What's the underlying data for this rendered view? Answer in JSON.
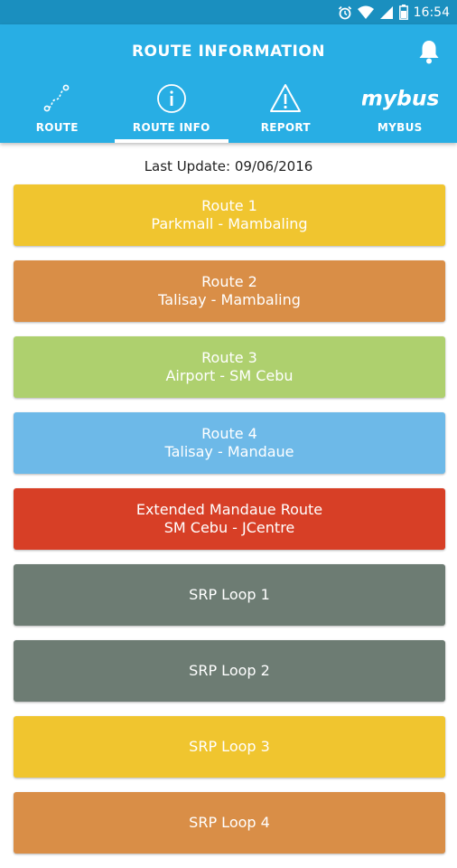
{
  "status_bar": {
    "time": "16:54",
    "icons": [
      "alarm-icon",
      "wifi-icon",
      "signal-icon",
      "battery-icon"
    ]
  },
  "app_bar": {
    "title": "ROUTE INFORMATION",
    "notification_icon": "bell-icon",
    "tabs": [
      {
        "label": "ROUTE",
        "icon": "route-path-icon",
        "selected": false
      },
      {
        "label": "ROUTE INFO",
        "icon": "info-icon",
        "selected": true
      },
      {
        "label": "REPORT",
        "icon": "warning-icon",
        "selected": false
      },
      {
        "label": "MYBUS",
        "icon": "mybus-logo",
        "logo_text": "mybus",
        "selected": false
      }
    ]
  },
  "last_update": "Last Update: 09/06/2016",
  "routes": [
    {
      "line1": "Route 1",
      "line2": "Parkmall - Mambaling",
      "color": "#f0c52f"
    },
    {
      "line1": "Route 2",
      "line2": "Talisay - Mambaling",
      "color": "#d98e47"
    },
    {
      "line1": "Route 3",
      "line2": "Airport - SM Cebu",
      "color": "#aed06e"
    },
    {
      "line1": "Route 4",
      "line2": "Talisay - Mandaue",
      "color": "#6db9e8"
    },
    {
      "line1": "Extended Mandaue Route",
      "line2": "SM Cebu - JCentre",
      "color": "#d73f26"
    },
    {
      "line1": "SRP Loop 1",
      "line2": "",
      "color": "#6d7c73"
    },
    {
      "line1": "SRP Loop 2",
      "line2": "",
      "color": "#6d7c73"
    },
    {
      "line1": "SRP Loop 3",
      "line2": "",
      "color": "#f0c52f"
    },
    {
      "line1": "SRP Loop 4",
      "line2": "",
      "color": "#d98e47"
    }
  ],
  "colors": {
    "status_bar": "#1a8fbf",
    "app_bar": "#28aee4"
  }
}
